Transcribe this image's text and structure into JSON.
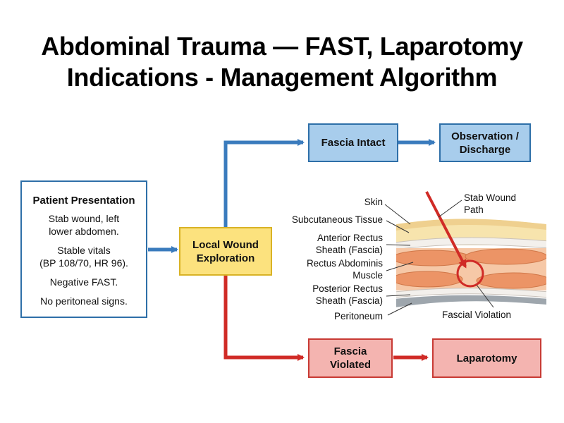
{
  "title": {
    "line1": "Abdominal Trauma — FAST, Laparotomy",
    "line2": "Indications - Management Algorithm"
  },
  "presentation": {
    "heading": "Patient Presentation",
    "line1": "Stab wound, left",
    "line2": "lower abdomen.",
    "line3": "Stable vitals",
    "line4": "(BP 108/70, HR 96).",
    "line5": "Negative FAST.",
    "line6": "No peritoneal signs."
  },
  "exploration": {
    "line1": "Local Wound",
    "line2": "Exploration"
  },
  "fascia_intact": {
    "label": "Fascia Intact"
  },
  "observation": {
    "line1": "Observation /",
    "line2": "Discharge"
  },
  "fascia_violated": {
    "line1": "Fascia",
    "line2": "Violated"
  },
  "laparotomy": {
    "label": "Laparotomy"
  },
  "anatomy": {
    "skin": "Skin",
    "subcutaneous": "Subcutaneous Tissue",
    "anterior_line1": "Anterior Rectus",
    "anterior_line2": "Sheath (Fascia)",
    "rectus_line1": "Rectus Abdominis",
    "rectus_line2": "Muscle",
    "posterior_line1": "Posterior Rectus",
    "posterior_line2": "Sheath (Fascia)",
    "peritoneum": "Peritoneum",
    "stab_line1": "Stab Wound",
    "stab_line2": "Path",
    "fascial_violation": "Fascial Violation"
  },
  "colors": {
    "blue_border": "#2e6fa8",
    "blue_fill": "#a8cdec",
    "red_border": "#c83a34",
    "red_fill": "#f4b4b0",
    "yellow_fill": "#fce27e",
    "arrow_blue": "#3a7bbd",
    "arrow_red": "#d02b26",
    "muscle": "#ec9466",
    "skin": "#f5dfa5"
  }
}
